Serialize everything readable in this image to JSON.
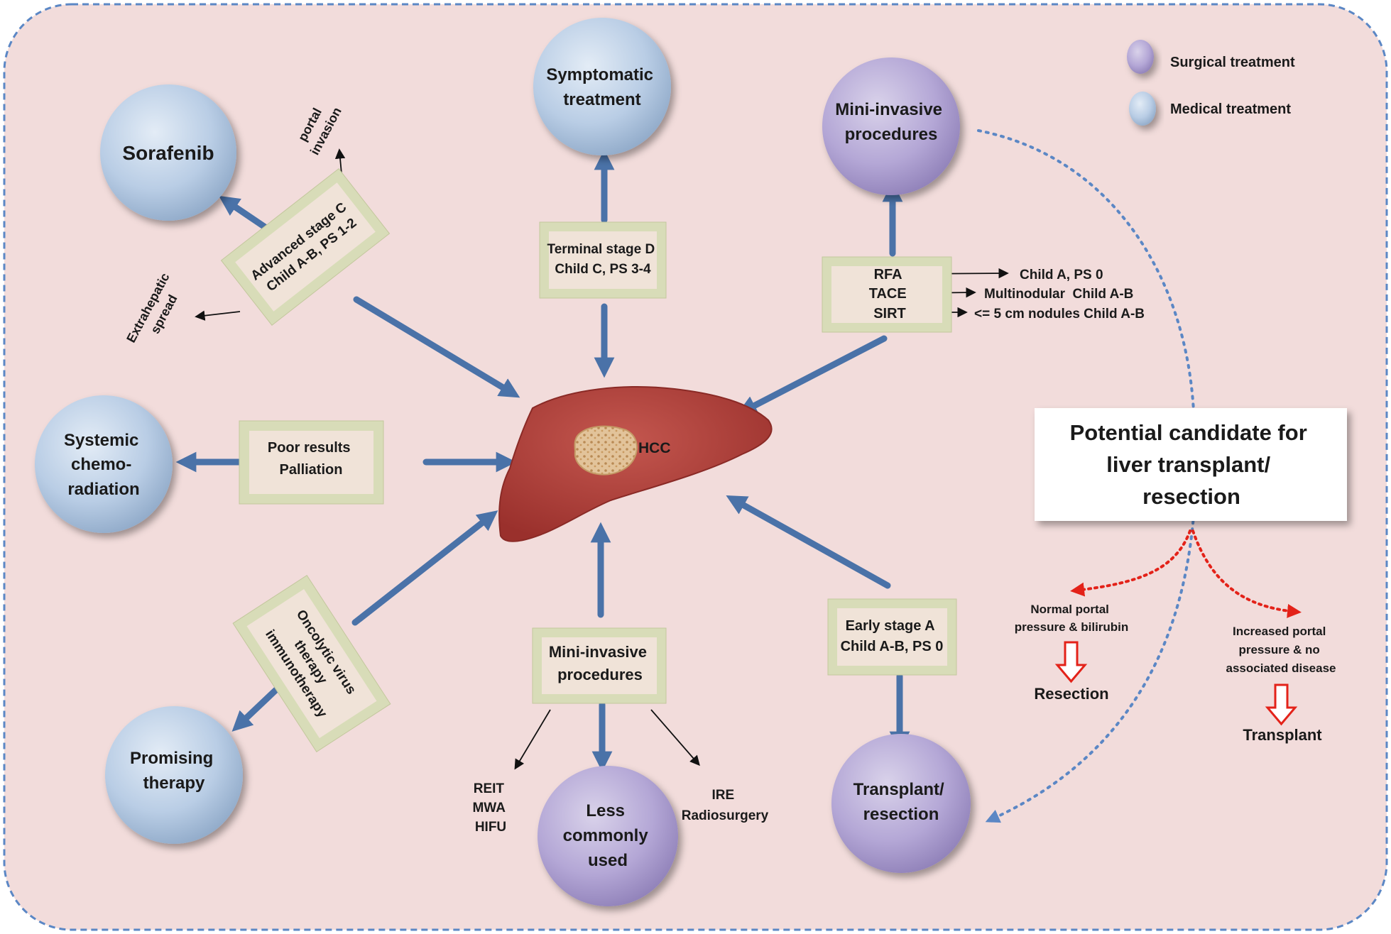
{
  "center": {
    "label": "HCC"
  },
  "legend": [
    {
      "label": "Surgical treatment",
      "kind": "surgical"
    },
    {
      "label": "Medical treatment",
      "kind": "medical"
    }
  ],
  "colors": {
    "background": "#f2dcdb",
    "border": "#5b87c5",
    "medical_circle": "#b9cde5",
    "surgical_circle": "#b4a7d6",
    "box_fill": "#f0e3d8",
    "box_bevel": "#d8dcb8",
    "arrow": "#4a72a8",
    "liver": "#b5443e",
    "red": "#e32219"
  },
  "circles": {
    "sorafenib": "Sorafenib",
    "symptomatic": [
      "Symptomatic",
      "treatment"
    ],
    "mini_top": [
      "Mini-invasive",
      "procedures"
    ],
    "systemic": [
      "Systemic",
      "chemo-",
      "radiation"
    ],
    "promising": [
      "Promising",
      "therapy"
    ],
    "less_common": [
      "Less",
      "commonly",
      "used"
    ],
    "transplant": [
      "Transplant/",
      "resection"
    ]
  },
  "boxes": {
    "advanced": [
      "Advanced stage C",
      "Child A-B, PS 1-2"
    ],
    "terminal": [
      "Terminal stage D",
      "Child C, PS 3-4"
    ],
    "rfa": [
      "RFA",
      "TACE",
      "SIRT"
    ],
    "poor": [
      "Poor results",
      "Palliation"
    ],
    "oncolytic": [
      "Oncolytic virus",
      "therapy",
      "immunotherapy"
    ],
    "mini_bottom": [
      "Mini-invasive",
      "procedures"
    ],
    "early": [
      "Early stage A",
      "Child A-B, PS 0"
    ]
  },
  "annotations": {
    "portal": [
      "portal",
      "invasion"
    ],
    "extrahepatic": [
      "Extrahepatic",
      "spread"
    ],
    "rfa_note": "Child A, PS 0",
    "tace_note": "Multinodular  Child A-B",
    "sirt_note": "<= 5 cm nodules Child A-B",
    "reit": [
      "REIT",
      "MWA",
      "HIFU"
    ],
    "ire": [
      "IRE",
      "Radiosurgery"
    ]
  },
  "candidate": {
    "lines": [
      "Potential candidate for",
      "liver transplant/",
      "resection"
    ]
  },
  "outcomes": {
    "normal": {
      "lines": [
        "Normal portal",
        "pressure & bilirubin"
      ],
      "result": "Resection"
    },
    "increased": {
      "lines": [
        "Increased portal",
        "pressure & no",
        "associated disease"
      ],
      "result": "Transplant"
    }
  }
}
